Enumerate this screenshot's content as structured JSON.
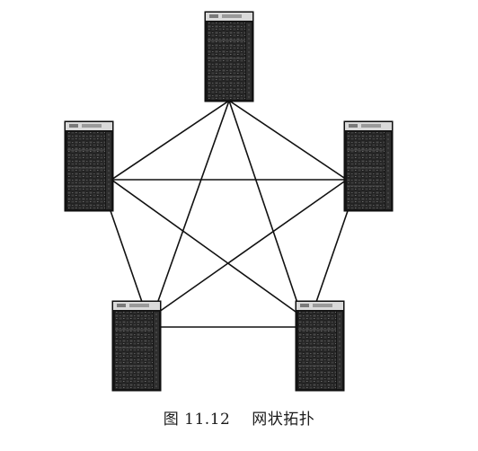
{
  "figure": {
    "number": "图 11.12",
    "title": "网状拓扑"
  },
  "topology": {
    "type": "full-mesh",
    "nodes": [
      {
        "id": "server-top",
        "icon": "server-tower-icon"
      },
      {
        "id": "server-left",
        "icon": "server-tower-icon"
      },
      {
        "id": "server-right",
        "icon": "server-tower-icon"
      },
      {
        "id": "server-bottom-left",
        "icon": "server-tower-icon"
      },
      {
        "id": "server-bottom-right",
        "icon": "server-tower-icon"
      }
    ],
    "links": [
      [
        "server-top",
        "server-left"
      ],
      [
        "server-top",
        "server-right"
      ],
      [
        "server-top",
        "server-bottom-left"
      ],
      [
        "server-top",
        "server-bottom-right"
      ],
      [
        "server-left",
        "server-right"
      ],
      [
        "server-left",
        "server-bottom-left"
      ],
      [
        "server-left",
        "server-bottom-right"
      ],
      [
        "server-right",
        "server-bottom-left"
      ],
      [
        "server-right",
        "server-bottom-right"
      ],
      [
        "server-bottom-left",
        "server-bottom-right"
      ]
    ]
  },
  "colors": {
    "line": "#111111",
    "server_body": "#1c1c1c",
    "server_face": "#e9e9e9"
  }
}
